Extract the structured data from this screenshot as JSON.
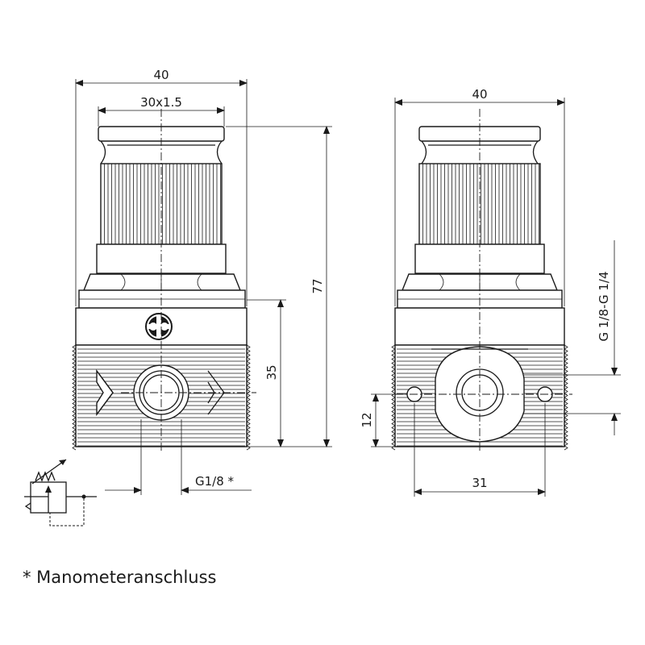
{
  "dimensions": {
    "front_width": "40",
    "knob_thread": "30x1.5",
    "overall_height": "77",
    "body_height": "35",
    "port_thread": "G1/8 *",
    "side_width": "40",
    "side_port_range": "G 1/8-G 1/4",
    "hole_offset": "12",
    "hole_spacing": "31"
  },
  "footnote": "* Manometeranschluss"
}
